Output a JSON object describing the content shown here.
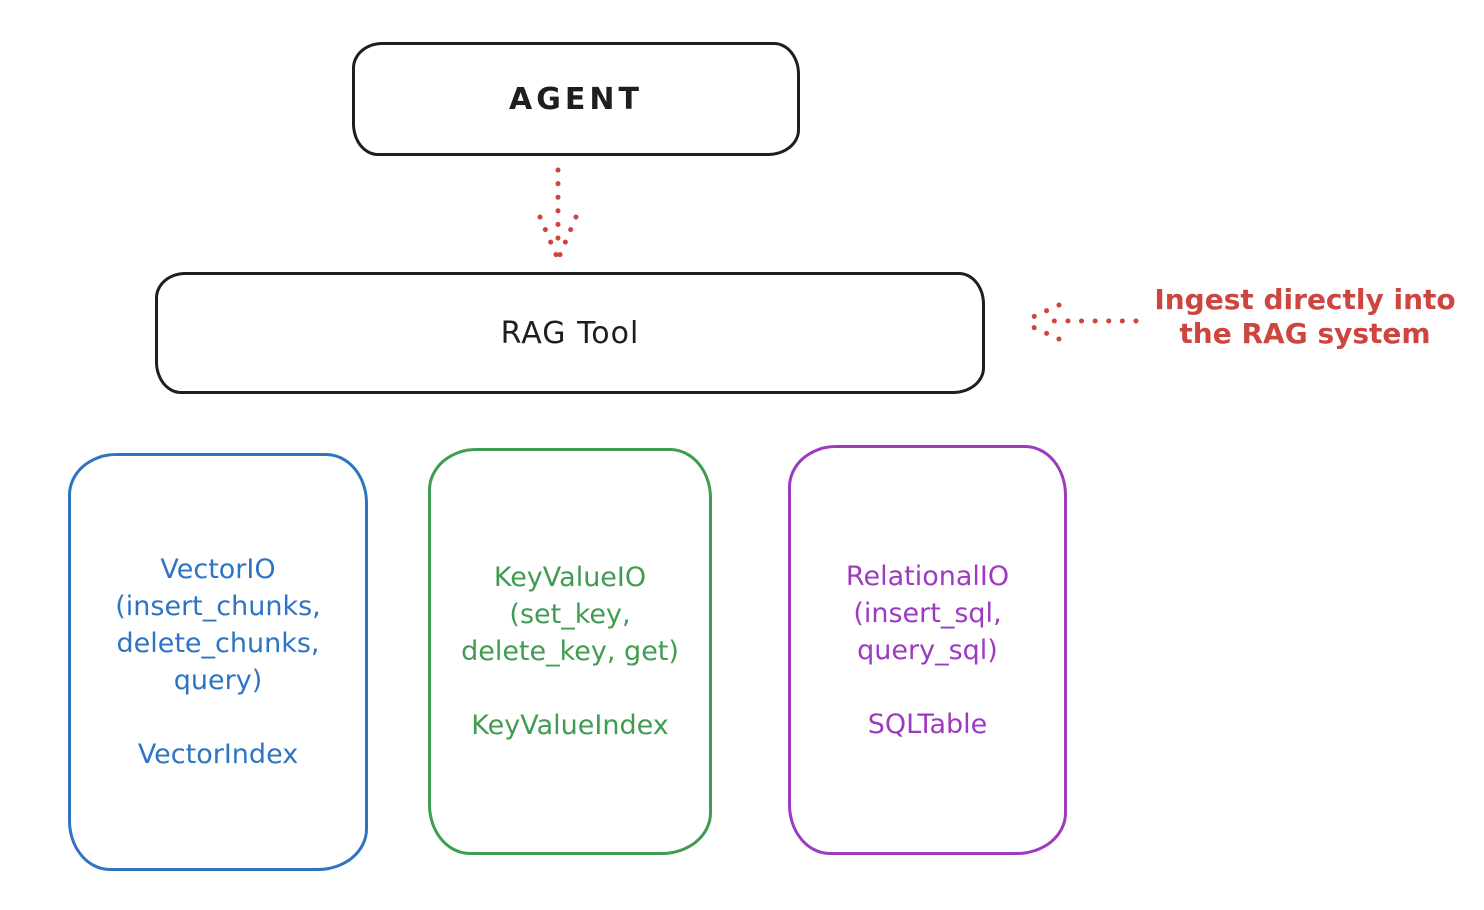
{
  "colors": {
    "ink": "#1e1e1e",
    "red": "#cd453e",
    "blue": "#2e74c2",
    "green": "#3f9c50",
    "purple": "#9d3ac0"
  },
  "agent": {
    "label": "AGENT"
  },
  "rag_tool": {
    "label": "RAG Tool"
  },
  "annotation": {
    "text": "Ingest directly into\nthe RAG system"
  },
  "backends": [
    {
      "name": "vector-io",
      "color": "#2e74c2",
      "title": "VectorIO\n(insert_chunks,\ndelete_chunks,\nquery)",
      "index": "VectorIndex"
    },
    {
      "name": "keyvalue-io",
      "color": "#3f9c50",
      "title": "KeyValueIO\n(set_key,\ndelete_key, get)",
      "index": "KeyValueIndex"
    },
    {
      "name": "relational-io",
      "color": "#9d3ac0",
      "title": "RelationalIO\n(insert_sql,\nquery_sql)",
      "index": "SQLTable"
    }
  ]
}
